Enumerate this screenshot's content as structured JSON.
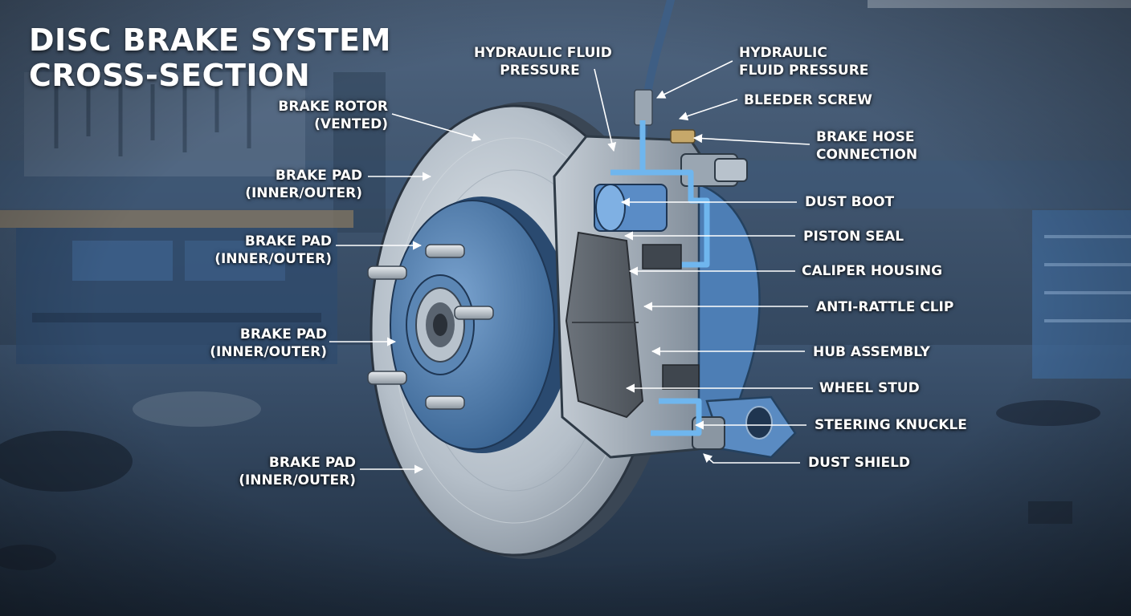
{
  "title": {
    "line1": "DISC BRAKE SYSTEM",
    "line2": "CROSS-SECTION"
  },
  "colors": {
    "background": "#2b3d55",
    "rotor_metal": "#b8c2cc",
    "hub_blue": "#4a78a8",
    "caliper_gray": "#9aa6b2",
    "fluid_blue": "#5fa8e0",
    "label_text": "#ffffff"
  },
  "labels": {
    "rotor": {
      "line1": "BRAKE ROTOR",
      "line2": "(VENTED)"
    },
    "pad1": {
      "line1": "BRAKE PAD",
      "line2": "(INNER/OUTER)"
    },
    "pad2": {
      "line1": "BRAKE PAD",
      "line2": "(INNER/OUTER)"
    },
    "pad3": {
      "line1": "BRAKE PAD",
      "line2": "(INNER/OUTER)"
    },
    "pad4": {
      "line1": "BRAKE PAD",
      "line2": "(INNER/OUTER)"
    },
    "hydraulic_left": {
      "line1": "HYDRAULIC FLUID",
      "line2": "PRESSURE"
    },
    "hydraulic_right": {
      "line1": "HYDRAULIC",
      "line2": "FLUID PRESSURE"
    },
    "bleeder_screw": "BLEEDER SCREW",
    "brake_hose": {
      "line1": "BRAKE HOSE",
      "line2": "CONNECTION"
    },
    "dust_boot": "DUST BOOT",
    "piston_seal": "PISTON SEAL",
    "caliper_housing": "CALIPER HOUSING",
    "anti_rattle_clip": "ANTI-RATTLE CLIP",
    "hub_assembly": "HUB ASSEMBLY",
    "wheel_stud": "WHEEL STUD",
    "steering_knuckle": "STEERING KNUCKLE",
    "dust_shield": "DUST SHIELD"
  }
}
